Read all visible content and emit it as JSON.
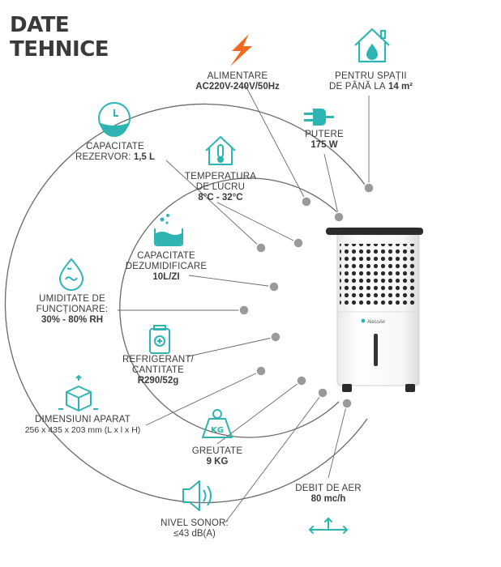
{
  "title": {
    "line1": "DATE",
    "line2": "TEHNICE"
  },
  "brand": "AlecoAir",
  "colors": {
    "teal": "#2fb4b4",
    "orange": "#f26a21",
    "line": "#666666",
    "dot": "#9a9a9a",
    "text": "#3b3b3b"
  },
  "specs": {
    "alimentare": {
      "name": "ALIMENTARE",
      "value": "AC220V-240V/50Hz",
      "icon": "lightning-icon"
    },
    "spatii": {
      "name1": "PENTRU SPAȚII",
      "name2": "DE PÂNĂ LA",
      "value": "14 m²",
      "icon": "house-drop-icon"
    },
    "putere": {
      "name": "PUTERE",
      "value": "175 W",
      "icon": "power-plug-icon"
    },
    "rezervor": {
      "name1": "CAPACITATE",
      "name2": "REZERVOR:",
      "value": "1,5 L",
      "icon": "tank-icon"
    },
    "temperatura": {
      "name1": "TEMPERATURA",
      "name2": "DE LUCRU",
      "value": "8°C - 32°C",
      "icon": "house-thermometer-icon"
    },
    "dezumidificare": {
      "name1": "CAPACITATE",
      "name2": "DEZUMIDIFICARE",
      "value": "10L/ZI",
      "icon": "water-container-icon"
    },
    "umiditate": {
      "name1": "UMIDITATE DE",
      "name2": "FUNCȚIONARE:",
      "value": "30% - 80% RH",
      "icon": "humidity-drop-icon"
    },
    "refrigerant": {
      "name1": "REFRIGERANT/",
      "name2": "CANTITATE",
      "value": "R290/52g",
      "icon": "refrigerant-canister-icon"
    },
    "dimensiuni": {
      "name": "DIMENSIUNI APARAT",
      "value": "256 x 435 x 203 mm (L x l x H)",
      "icon": "cube-dimensions-icon"
    },
    "greutate": {
      "name": "GREUTATE",
      "value": "9 KG",
      "icon": "weight-kg-icon",
      "icon_text": "KG"
    },
    "nivel": {
      "name": "NIVEL SONOR:",
      "value": "≤43 dB(A)",
      "icon": "speaker-icon"
    },
    "debit": {
      "name": "DEBIT DE AER",
      "value": "80 mc/h",
      "icon": "airflow-arrows-icon"
    }
  }
}
